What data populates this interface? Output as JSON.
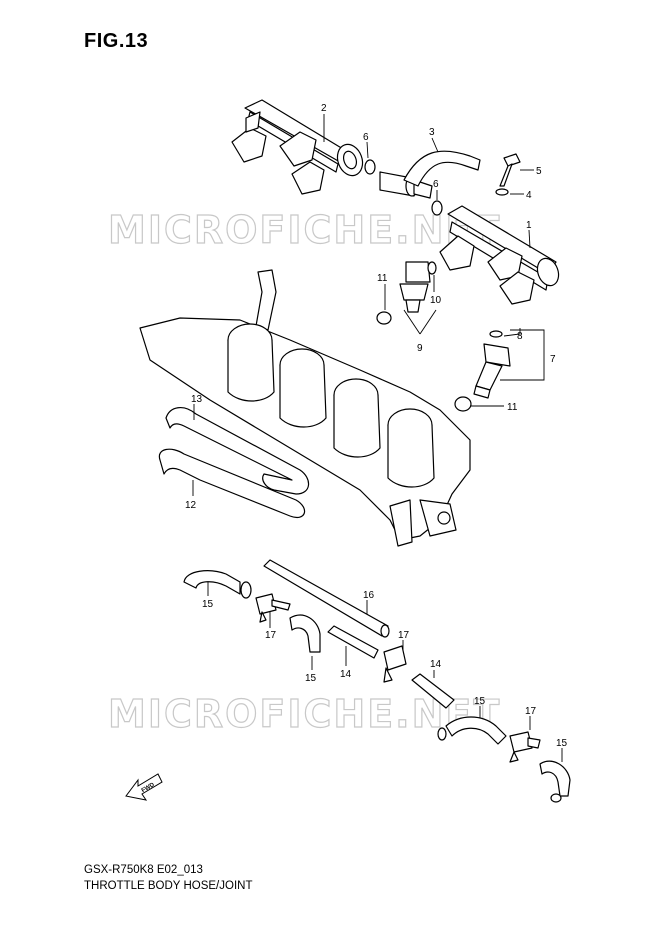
{
  "figure": {
    "title": "FIG.13",
    "code": "GSX-R750K8 E02_013",
    "description": "THROTTLE BODY HOSE/JOINT"
  },
  "watermark": {
    "text": "MICROFICHE.NET",
    "color": "#c8c8c8"
  },
  "fwd_label": "FWD",
  "callouts": [
    {
      "id": "c1",
      "label": "1"
    },
    {
      "id": "c2",
      "label": "2"
    },
    {
      "id": "c3",
      "label": "3"
    },
    {
      "id": "c4",
      "label": "4"
    },
    {
      "id": "c5",
      "label": "5"
    },
    {
      "id": "c6a",
      "label": "6"
    },
    {
      "id": "c6b",
      "label": "6"
    },
    {
      "id": "c7",
      "label": "7"
    },
    {
      "id": "c8",
      "label": "8"
    },
    {
      "id": "c9",
      "label": "9"
    },
    {
      "id": "c10",
      "label": "10"
    },
    {
      "id": "c11a",
      "label": "11"
    },
    {
      "id": "c11b",
      "label": "11"
    },
    {
      "id": "c12",
      "label": "12"
    },
    {
      "id": "c13",
      "label": "13"
    },
    {
      "id": "c14a",
      "label": "14"
    },
    {
      "id": "c14b",
      "label": "14"
    },
    {
      "id": "c15a",
      "label": "15"
    },
    {
      "id": "c15b",
      "label": "15"
    },
    {
      "id": "c15c",
      "label": "15"
    },
    {
      "id": "c15d",
      "label": "15"
    },
    {
      "id": "c16",
      "label": "16"
    },
    {
      "id": "c17a",
      "label": "17"
    },
    {
      "id": "c17b",
      "label": "17"
    },
    {
      "id": "c17c",
      "label": "17"
    }
  ]
}
